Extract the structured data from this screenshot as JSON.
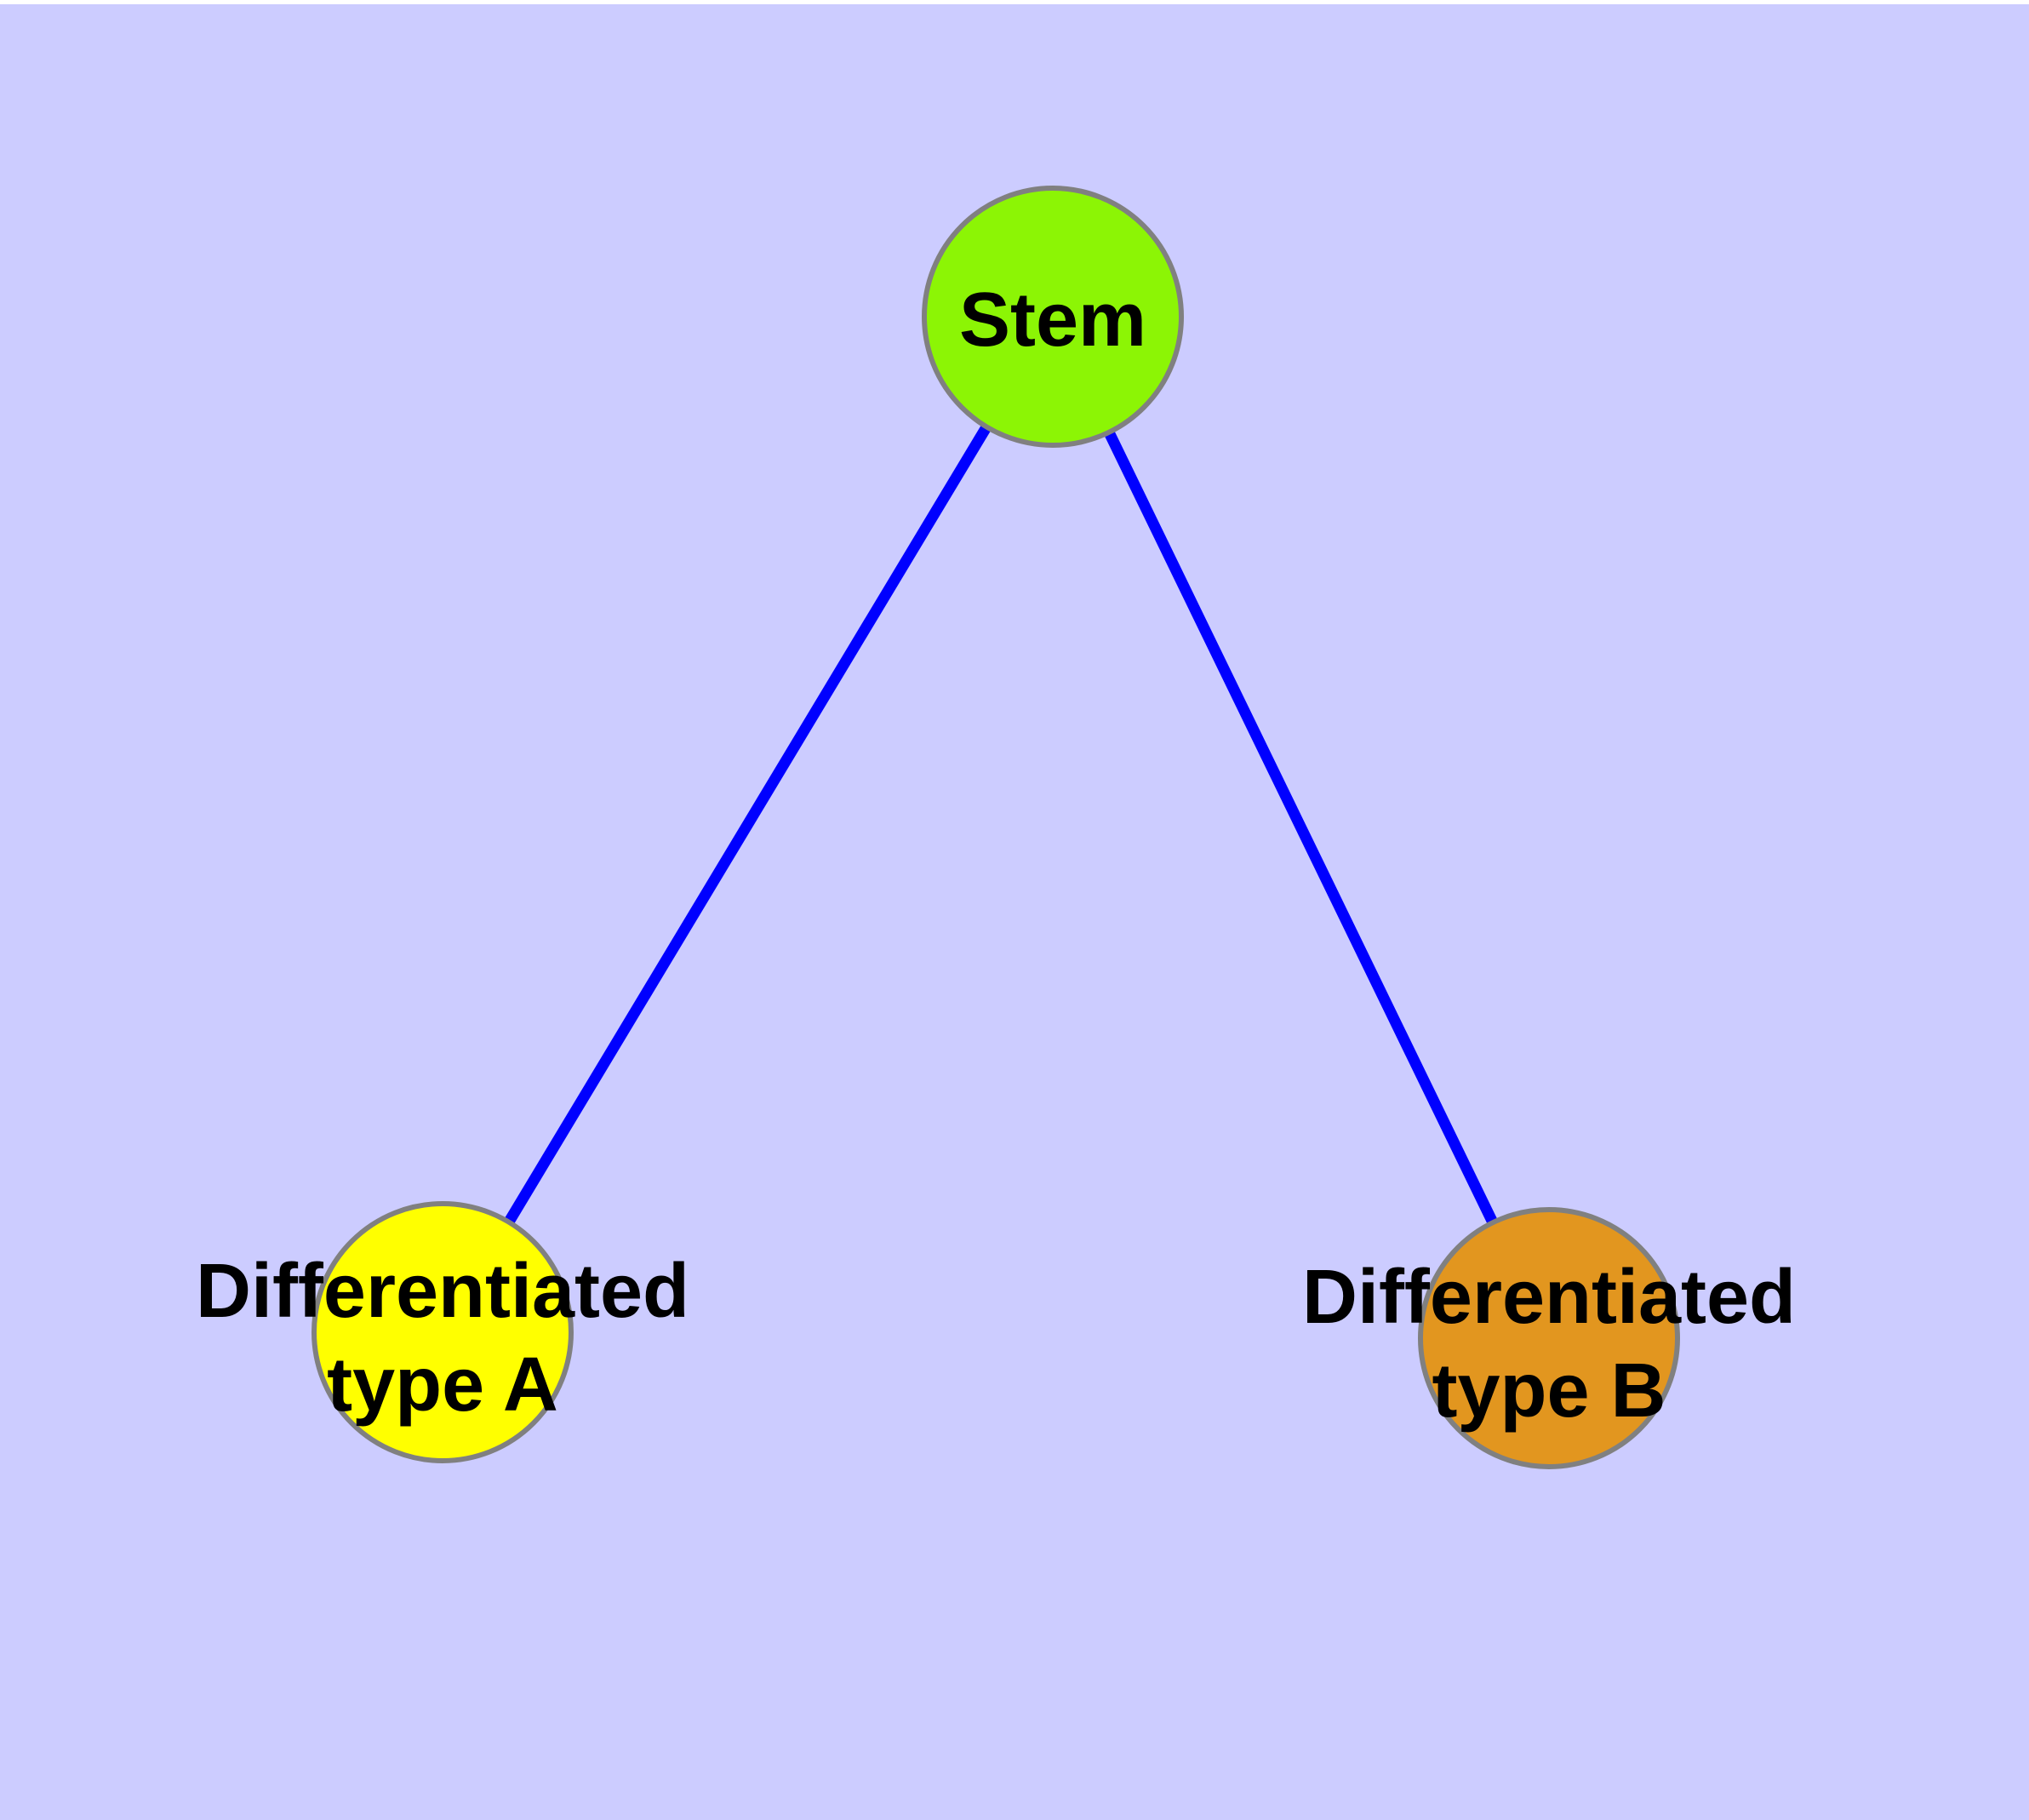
{
  "diagram": {
    "background_color": "#CCCCFF",
    "top_strip_color": "#FFFFFF",
    "edge_color": "#0000FF",
    "node_border_color": "#808080",
    "text_color": "#000000",
    "nodes": [
      {
        "id": "stem",
        "label": "Stem",
        "fill": "#8CF505"
      },
      {
        "id": "differentiated-type-a",
        "label": "Differentiated type A",
        "label_line1": "Differentiated",
        "label_line2": "type A",
        "fill": "#FFFF00"
      },
      {
        "id": "differentiated-type-b",
        "label": "Differentiated type B",
        "label_line1": "Differentiated",
        "label_line2": "type B",
        "fill": "#E2961F"
      }
    ],
    "edges": [
      {
        "from": "stem",
        "to": "differentiated-type-a"
      },
      {
        "from": "stem",
        "to": "differentiated-type-b"
      }
    ]
  }
}
